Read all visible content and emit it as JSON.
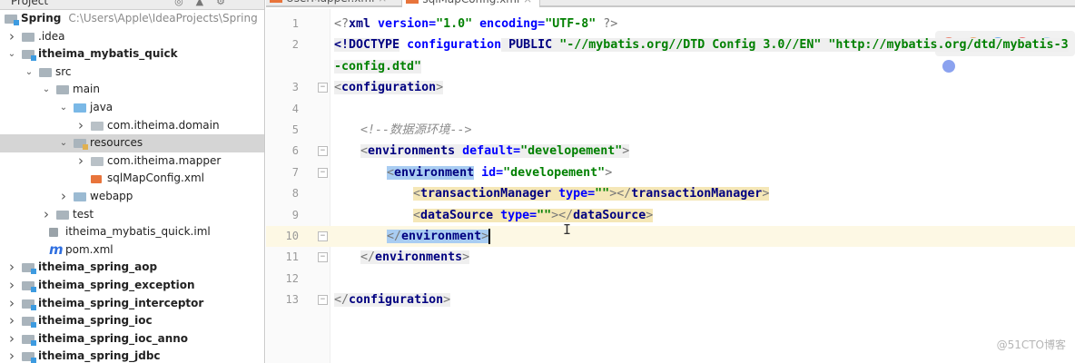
{
  "sidebar": {
    "header": {
      "title": "Project",
      "tool_icons": [
        "globe-icon",
        "collapse-icon",
        "gear-icon"
      ]
    },
    "items": [
      {
        "label": "Spring",
        "path": "C:\\Users\\Apple\\IdeaProjects\\Spring",
        "level": 0,
        "arrow": "",
        "icon": "proj",
        "bold": true
      },
      {
        "label": ".idea",
        "level": 0,
        "arrow": "right",
        "icon": "folder"
      },
      {
        "label": "itheima_mybatis_quick",
        "level": 0,
        "arrow": "down",
        "icon": "proj",
        "bold": true
      },
      {
        "label": "src",
        "level": 1,
        "arrow": "down",
        "icon": "folder"
      },
      {
        "label": "main",
        "level": 2,
        "arrow": "down",
        "icon": "folder"
      },
      {
        "label": "java",
        "level": 3,
        "arrow": "down",
        "icon": "src"
      },
      {
        "label": "com.itheima.domain",
        "level": 4,
        "arrow": "right",
        "icon": "pkg"
      },
      {
        "label": "resources",
        "level": 3,
        "arrow": "down",
        "icon": "res",
        "selected": true
      },
      {
        "label": "com.itheima.mapper",
        "level": 4,
        "arrow": "right",
        "icon": "pkg"
      },
      {
        "label": "sqlMapConfig.xml",
        "level": 4,
        "arrow": "",
        "icon": "xml"
      },
      {
        "label": "webapp",
        "level": 3,
        "arrow": "right",
        "icon": "web"
      },
      {
        "label": "test",
        "level": 2,
        "arrow": "right",
        "icon": "folder"
      },
      {
        "label": "itheima_mybatis_quick.iml",
        "level": 2,
        "arrow": "",
        "icon": "iml",
        "shift": -1
      },
      {
        "label": "pom.xml",
        "level": 2,
        "arrow": "",
        "icon": "mvn",
        "shift": -1
      },
      {
        "label": "itheima_spring_aop",
        "level": 0,
        "arrow": "right",
        "icon": "proj",
        "bold": true
      },
      {
        "label": "itheima_spring_exception",
        "level": 0,
        "arrow": "right",
        "icon": "proj",
        "bold": true
      },
      {
        "label": "itheima_spring_interceptor",
        "level": 0,
        "arrow": "right",
        "icon": "proj",
        "bold": true
      },
      {
        "label": "itheima_spring_ioc",
        "level": 0,
        "arrow": "right",
        "icon": "proj",
        "bold": true
      },
      {
        "label": "itheima_spring_ioc_anno",
        "level": 0,
        "arrow": "right",
        "icon": "proj",
        "bold": true
      },
      {
        "label": "itheima_spring_jdbc",
        "level": 0,
        "arrow": "right",
        "icon": "proj",
        "bold": true
      }
    ]
  },
  "tabs": [
    {
      "label": "UserMapper.xml",
      "active": false
    },
    {
      "label": "sqlMapConfig.xml",
      "active": true
    }
  ],
  "editor": {
    "current_line": 10,
    "lines": [
      {
        "n": "1",
        "indent": 0,
        "fold": "",
        "tokens": [
          [
            "<?",
            "t-br"
          ],
          [
            "xml ",
            "t-tag"
          ],
          [
            "version=",
            "t-attr"
          ],
          [
            "\"1.0\"",
            "t-val"
          ],
          [
            " encoding=",
            "t-attr"
          ],
          [
            "\"UTF-8\"",
            "t-val"
          ],
          [
            " ?>",
            "t-br"
          ]
        ]
      },
      {
        "n": "2",
        "indent": 0,
        "fold": "",
        "tokens": [
          [
            "<!DOCTYPE",
            "t-tag",
            "h-g"
          ],
          [
            " configuration",
            "t-attr"
          ],
          [
            " PUBLIC",
            "t-tag",
            "h-g"
          ],
          [
            " \"-//mybatis.org//DTD Config 3.0//EN\"",
            "t-val",
            "h-g"
          ],
          [
            " \"http://mybatis.org/dtd/mybatis-3-config.dtd\"",
            "t-val",
            "h-g"
          ]
        ]
      },
      {
        "n": "3",
        "indent": 0,
        "fold": "open",
        "tokens": [
          [
            "<",
            "t-br",
            "h-g"
          ],
          [
            "configuration",
            "t-tag",
            "h-g"
          ],
          [
            ">",
            "t-br",
            "h-g"
          ]
        ]
      },
      {
        "n": "4",
        "indent": 0,
        "fold": "",
        "tokens": []
      },
      {
        "n": "5",
        "indent": 1,
        "fold": "",
        "tokens": [
          [
            "<!--数据源环境-->",
            "t-com"
          ]
        ]
      },
      {
        "n": "6",
        "indent": 1,
        "fold": "open",
        "tokens": [
          [
            "<",
            "t-br",
            "h-g"
          ],
          [
            "environments",
            "t-tag",
            "h-g"
          ],
          [
            " default=",
            "t-attr",
            "h-g"
          ],
          [
            "\"developement\"",
            "t-val",
            "h-g"
          ],
          [
            ">",
            "t-br",
            "h-g"
          ]
        ]
      },
      {
        "n": "7",
        "indent": 2,
        "fold": "open",
        "tokens": [
          [
            "<",
            "t-br",
            "h-b"
          ],
          [
            "environment",
            "t-tag",
            "h-b"
          ],
          [
            " id=",
            "t-attr"
          ],
          [
            "\"developement\"",
            "t-val"
          ],
          [
            ">",
            "t-br"
          ]
        ]
      },
      {
        "n": "8",
        "indent": 3,
        "fold": "",
        "tokens": [
          [
            "<",
            "t-br",
            "h-y"
          ],
          [
            "transactionManager",
            "t-tag",
            "h-y"
          ],
          [
            " type=",
            "t-attr",
            "h-y"
          ],
          [
            "\"\"",
            "t-val",
            "h-y"
          ],
          [
            "></",
            "t-br",
            "h-y"
          ],
          [
            "transactionManager",
            "t-tag",
            "h-y"
          ],
          [
            ">",
            "t-br",
            "h-y"
          ]
        ]
      },
      {
        "n": "9",
        "indent": 3,
        "fold": "",
        "tokens": [
          [
            "<",
            "t-br",
            "h-y"
          ],
          [
            "dataSource",
            "t-tag",
            "h-y"
          ],
          [
            " type=",
            "t-attr",
            "h-y"
          ],
          [
            "\"\"",
            "t-val",
            "h-y"
          ],
          [
            "></",
            "t-br",
            "h-y"
          ],
          [
            "dataSource",
            "t-tag",
            "h-y"
          ],
          [
            ">",
            "t-br",
            "h-y"
          ]
        ]
      },
      {
        "n": "10",
        "indent": 2,
        "fold": "close",
        "tokens": [
          [
            "</",
            "t-br",
            "h-b"
          ],
          [
            "environment",
            "t-tag",
            "h-b"
          ],
          [
            ">",
            "t-br",
            "h-b"
          ]
        ]
      },
      {
        "n": "11",
        "indent": 1,
        "fold": "close",
        "tokens": [
          [
            "</",
            "t-br",
            "h-g"
          ],
          [
            "environments",
            "t-tag",
            "h-g"
          ],
          [
            ">",
            "t-br",
            "h-g"
          ]
        ]
      },
      {
        "n": "12",
        "indent": 0,
        "fold": "",
        "tokens": []
      },
      {
        "n": "13",
        "indent": 0,
        "fold": "close",
        "tokens": [
          [
            "</",
            "t-br",
            "h-g"
          ],
          [
            "configuration",
            "t-tag",
            "h-g"
          ],
          [
            ">",
            "t-br",
            "h-g"
          ]
        ]
      }
    ]
  },
  "overlay_icons": [
    "#e8553b",
    "#e88a3b",
    "#3b8fe8",
    "#e83b3b",
    "#8fc9e8",
    "#5a7be8"
  ],
  "watermark": "@51CTO博客"
}
